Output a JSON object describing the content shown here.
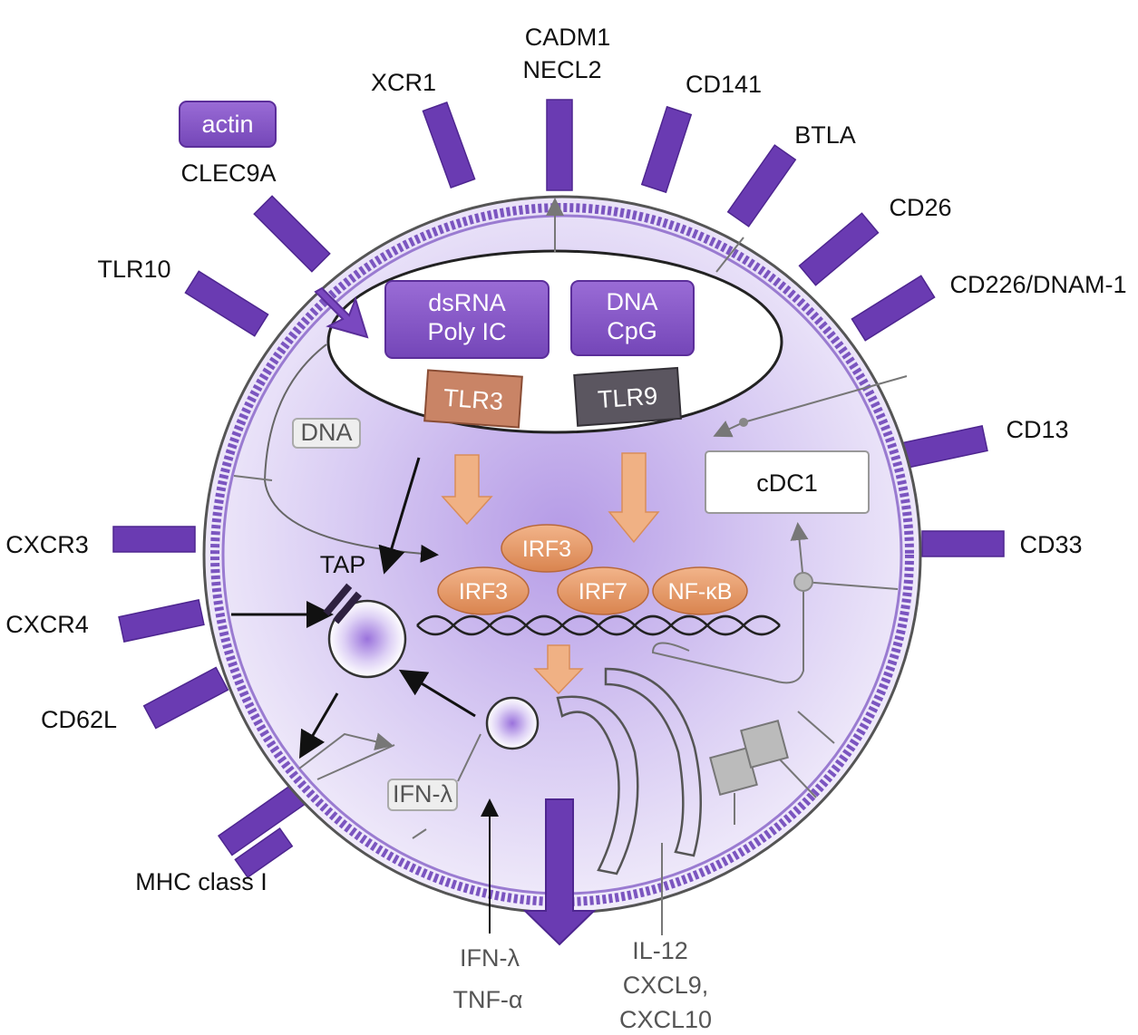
{
  "colors": {
    "receptor": "#6a3bb2",
    "membrane": "#7b55c0",
    "cell_fill": "#efe9fa",
    "cell_core": "#b79fe6",
    "ligand_box": "#8a5ccb",
    "tlr3": "#c98466",
    "tlr9": "#5b5660",
    "irf": "#e59a68",
    "signal_arrow": "#f0b184",
    "grey": "#888888"
  },
  "receptors": [
    {
      "id": "clec9a",
      "label": "CLEC9A"
    },
    {
      "id": "xcr1",
      "label": "XCR1"
    },
    {
      "id": "cadm1",
      "label": "CADM1",
      "label2": "NECL2"
    },
    {
      "id": "cd141",
      "label": "CD141"
    },
    {
      "id": "btla",
      "label": "BTLA"
    },
    {
      "id": "cd26",
      "label": "CD26"
    },
    {
      "id": "cd226",
      "label": "CD226/DNAM-1"
    },
    {
      "id": "tlr10",
      "label": "TLR10"
    },
    {
      "id": "cd13",
      "label": "CD13"
    },
    {
      "id": "cd33",
      "label": "CD33"
    },
    {
      "id": "cxcr3",
      "label": "CXCR3"
    },
    {
      "id": "cxcr4",
      "label": "CXCR4"
    },
    {
      "id": "cd62l",
      "label": "CD62L"
    },
    {
      "id": "mhc",
      "label": "MHC class I"
    }
  ],
  "actin": "actin",
  "ligands": {
    "dsrna": {
      "line1": "dsRNA",
      "line2": "Poly IC"
    },
    "dna_cpg": {
      "line1": "DNA",
      "line2": "CpG"
    }
  },
  "tlr3": "TLR3",
  "tlr9": "TLR9",
  "dna_tag": "DNA",
  "tap": "TAP",
  "cell_type": "cDC1",
  "transcription_factors": [
    "IRF3",
    "IRF3",
    "IRF7",
    "NF-κB"
  ],
  "ifn_tag": "IFN-λ",
  "secreted_left": [
    "IFN-λ",
    "TNF-α"
  ],
  "secreted_right": [
    "IL-12",
    "CXCL9,",
    "CXCL10"
  ]
}
